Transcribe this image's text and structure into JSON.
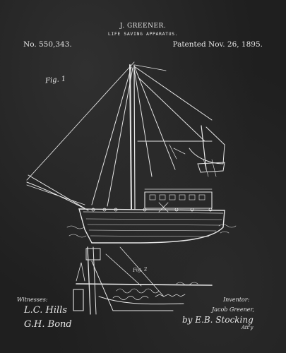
{
  "patent": {
    "inventor_header": "J. GREENER.",
    "title": "LIFE SAVING APPARATUS.",
    "number": "No. 550,343.",
    "date": "Patented Nov. 26, 1895."
  },
  "figures": {
    "fig1_label": "Fig. 1",
    "fig2_label": "Fig. 2"
  },
  "witnesses": {
    "label": "Witnesses:",
    "signature_1": "L.C. Hills",
    "signature_2": "G.H. Bond"
  },
  "inventor": {
    "label": "Inventor:",
    "name": "Jacob Greener,",
    "by_line": "by E.B. Stocking",
    "attorney": "Att'y"
  },
  "colors": {
    "background": "#1f1f1f",
    "ink": "#e6e6e6"
  }
}
